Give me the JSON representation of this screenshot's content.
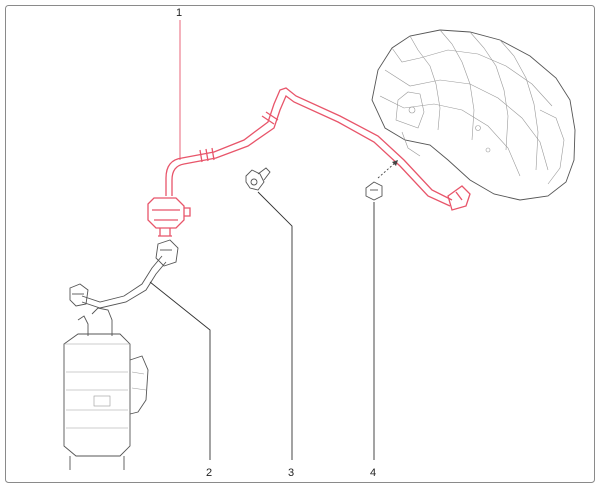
{
  "diagram": {
    "callouts": [
      {
        "id": "1",
        "label": "1"
      },
      {
        "id": "2",
        "label": "2"
      },
      {
        "id": "3",
        "label": "3"
      },
      {
        "id": "4",
        "label": "4"
      }
    ],
    "colors": {
      "highlight": "#e8556a",
      "line": "#555555",
      "background": "#ffffff"
    },
    "parts": {
      "highlighted": "purge-control-hose-assembly",
      "others": [
        "canister-hose",
        "hose-clip",
        "grommet",
        "canister",
        "intake-manifold"
      ]
    }
  }
}
